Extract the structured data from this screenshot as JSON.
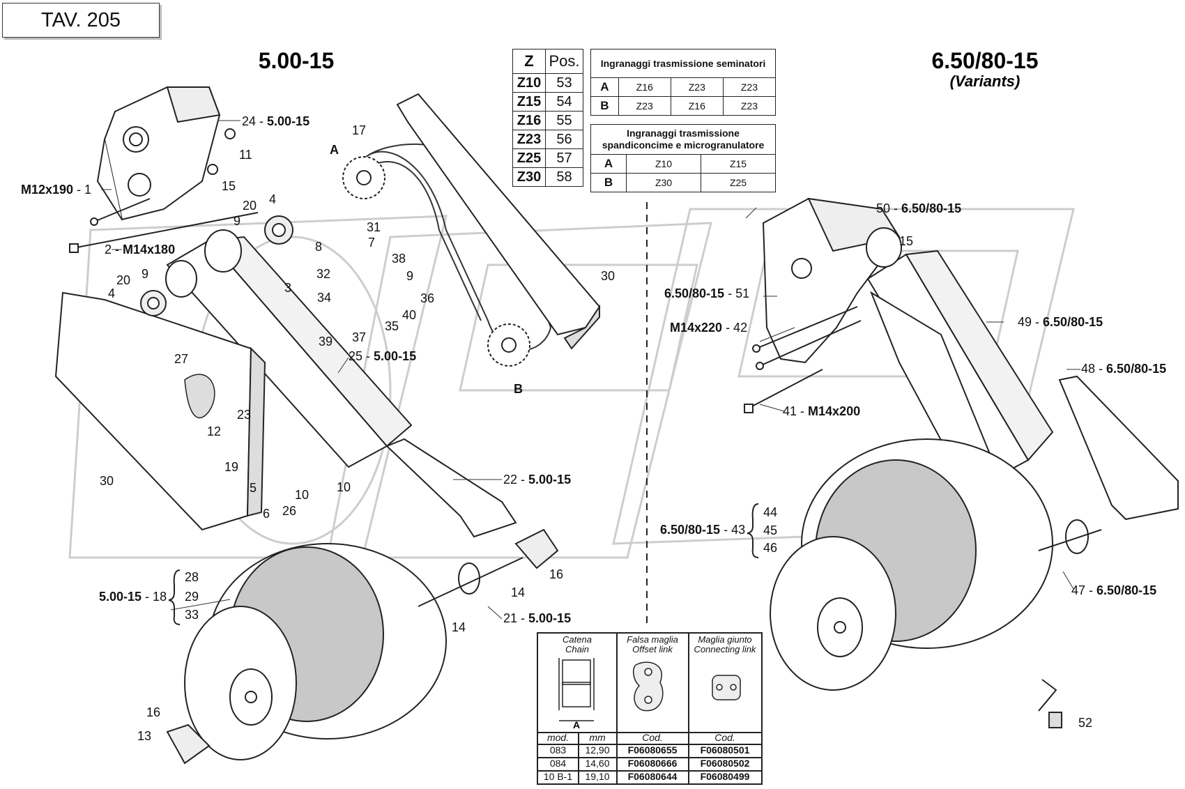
{
  "header": {
    "sheet_label": "TAV. 205"
  },
  "sections": {
    "left_title": "5.00-15",
    "right_title": "6.50/80-15",
    "right_subtitle": "(Variants)"
  },
  "watermark": {
    "text": "OPEX"
  },
  "gear_table": {
    "headers": [
      "Z",
      "Pos."
    ],
    "rows": [
      {
        "z": "Z10",
        "pos": "53"
      },
      {
        "z": "Z15",
        "pos": "54"
      },
      {
        "z": "Z16",
        "pos": "55"
      },
      {
        "z": "Z23",
        "pos": "56"
      },
      {
        "z": "Z25",
        "pos": "57"
      },
      {
        "z": "Z30",
        "pos": "58"
      }
    ]
  },
  "seeder_table": {
    "title": "Ingranaggi trasmissione seminatori",
    "rows": [
      {
        "label": "A",
        "c1": "Z16",
        "c2": "Z23",
        "c3": "Z23"
      },
      {
        "label": "B",
        "c1": "Z23",
        "c2": "Z16",
        "c3": "Z23"
      }
    ]
  },
  "spreader_table": {
    "title_line1": "Ingranaggi trasmissione",
    "title_line2": "spandiconcime  e microgranulatore",
    "rows": [
      {
        "label": "A",
        "c1": "Z10",
        "c2": "Z15"
      },
      {
        "label": "B",
        "c1": "Z30",
        "c2": "Z25"
      }
    ]
  },
  "chain_table": {
    "col_chain": [
      "Catena",
      "Chain"
    ],
    "col_offset": [
      "Falsa maglia",
      "Offset link"
    ],
    "col_connect": [
      "Maglia giunto",
      "Connecting link"
    ],
    "dim_label": "A",
    "sub_headers": [
      "mod.",
      "mm",
      "Cod.",
      "Cod."
    ],
    "rows": [
      {
        "mod": "083",
        "mm": "12,90",
        "offset": "F06080655",
        "connect": "F06080501"
      },
      {
        "mod": "084",
        "mm": "14,60",
        "offset": "F06080666",
        "connect": "F06080502"
      },
      {
        "mod": "10 B-1",
        "mm": "19,10",
        "offset": "F06080644",
        "connect": "F06080499"
      }
    ]
  },
  "callouts": {
    "c24": "24 - ",
    "c24b": "5.00-15",
    "c11": "11",
    "c15": "15",
    "c17": "17",
    "cA": "A",
    "cB": "B",
    "c1": "M12x190",
    "c1b": " - 1",
    "c2": "2 - ",
    "c2b": "M14x180",
    "c20a": "20",
    "c4a": "4",
    "c9a": "9",
    "c31": "31",
    "c7": "7",
    "c8": "8",
    "c32": "32",
    "c38": "38",
    "c9b": "9",
    "c3": "3",
    "c20b": "20",
    "c9c": "9",
    "c4b": "4",
    "c34": "34",
    "c36": "36",
    "c40": "40",
    "c35": "35",
    "c37": "37",
    "c39": "39",
    "c25": "25 - ",
    "c25b": "5.00-15",
    "c27": "27",
    "c23": "23",
    "c12": "12",
    "c19": "19",
    "c30a": "30",
    "c30b": "30",
    "c5": "5",
    "c6": "6",
    "c10a": "10",
    "c26": "26",
    "c10b": "10",
    "c22": "22 - ",
    "c22b": "5.00-15",
    "c28": "28",
    "c29": "29",
    "c33": "33",
    "c18": "5.00-15",
    "c18b": " - 18",
    "c16a": "16",
    "c14a": "14",
    "c14b": "14",
    "c21": "21 - ",
    "c21b": "5.00-15",
    "c16b": "16",
    "c13": "13",
    "c50": "50 - ",
    "c50b": "6.50/80-15",
    "c15r": "15",
    "c51": "6.50/80-15",
    "c51b": " - 51",
    "c42": "M14x220",
    "c42b": " - 42",
    "c49": "49 - ",
    "c49b": "6.50/80-15",
    "c48": "48 - ",
    "c48b": "6.50/80-15",
    "c41": "41 - ",
    "c41b": "M14x200",
    "c44": "44",
    "c45": "45",
    "c46": "46",
    "c43": "6.50/80-15",
    "c43b": " - 43",
    "c47": "47 - ",
    "c47b": "6.50/80-15",
    "c52": "52"
  }
}
